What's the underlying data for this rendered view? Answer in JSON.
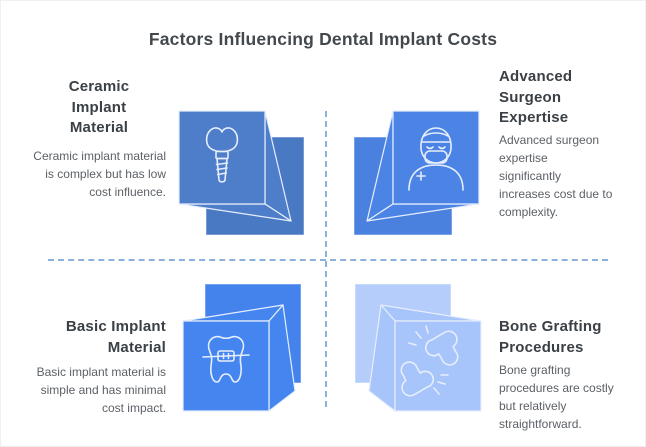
{
  "title": "Factors Influencing Dental Implant Costs",
  "colors": {
    "background": "#ffffff",
    "title_text": "#43484d",
    "heading_text": "#3a4045",
    "body_text": "#5c6167",
    "divider": "#79a4da",
    "icon_stroke": "#e6eefc"
  },
  "quadrants": [
    {
      "id": "ceramic-implant-material",
      "heading": "Ceramic Implant Material",
      "body": "Ceramic implant material is complex but has low cost influence.",
      "icon": "dental-implant-icon",
      "cube": "#4e7ec9",
      "cube_back": "#4a79c4"
    },
    {
      "id": "advanced-surgeon-expertise",
      "heading": "Advanced Surgeon Expertise",
      "body": "Advanced surgeon expertise significantly increases cost due to complexity.",
      "icon": "surgeon-icon",
      "cube": "#4c84e6",
      "cube_back": "#4a80de"
    },
    {
      "id": "basic-implant-material",
      "heading": "Basic Implant Material",
      "body": "Basic implant material is simple and has minimal cost impact.",
      "icon": "braces-tooth-icon",
      "cube": "#4585f0",
      "cube_back": "#4583ec"
    },
    {
      "id": "bone-grafting-procedures",
      "heading": "Bone Grafting Procedures",
      "body": "Bone grafting procedures are costly but relatively straightforward.",
      "icon": "bone-graft-icon",
      "cube": "#a7c5fa",
      "cube_back": "#b4cdfb"
    }
  ]
}
